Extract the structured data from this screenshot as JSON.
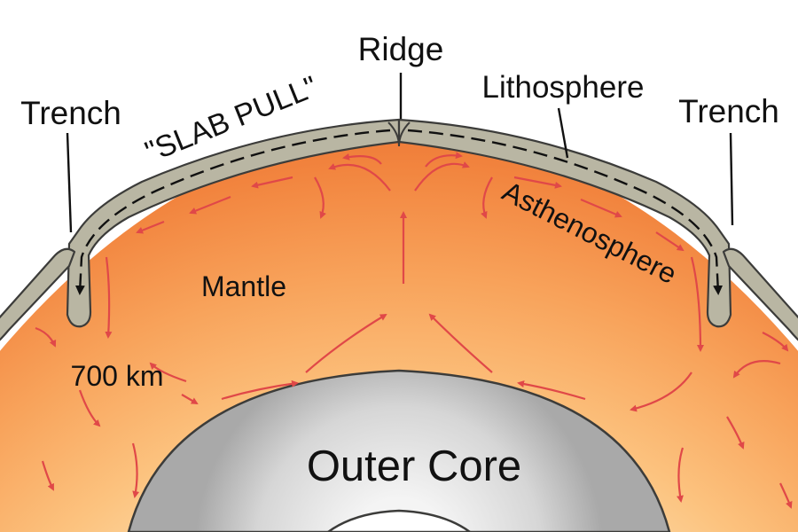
{
  "diagram": {
    "labels": {
      "ridge": "Ridge",
      "lithosphere": "Lithosphere",
      "trench_left": "Trench",
      "trench_right": "Trench",
      "slab_pull": "\"SLAB PULL\"",
      "asthenosphere": "Asthenosphere",
      "mantle": "Mantle",
      "depth": "700 km",
      "outer_core": "Outer Core"
    },
    "colors": {
      "plate": "#b9b6a3",
      "plate_edge": "#3c3c3a",
      "mantle_inner": "#fccb8a",
      "mantle_outer": "#f2853f",
      "convection_arrow": "#e04848",
      "core": "#c5c5c5",
      "inner_core": "#ffffff",
      "label": "#111111"
    }
  }
}
